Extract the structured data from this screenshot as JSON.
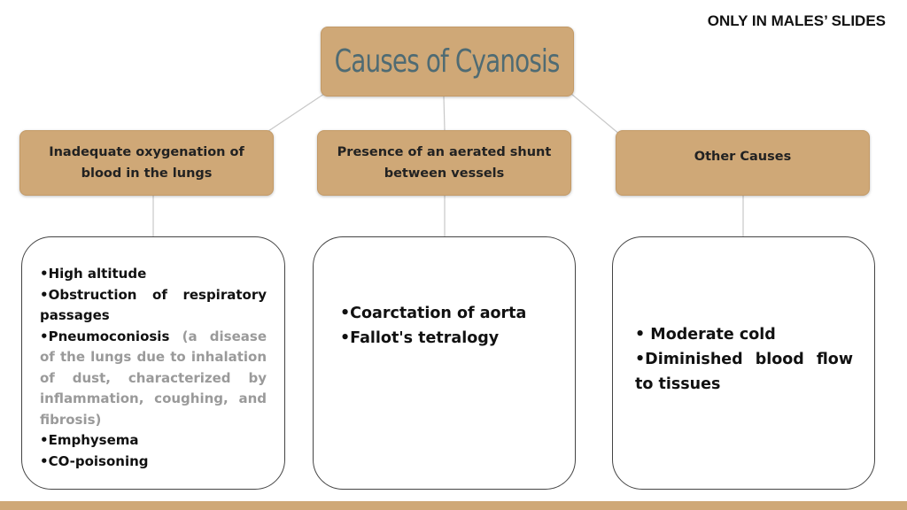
{
  "header_tag": "ONLY IN MALES’ SLIDES",
  "title": "Causes of Cyanosis",
  "categories": [
    "Inadequate oxygenation of blood in the lungs",
    "Presence of an aerated shunt between vessels",
    "Other Causes"
  ],
  "col1": {
    "item1": "•High altitude",
    "item2": "•Obstruction of respiratory passages",
    "item3": "•Pneumoconiosis",
    "item3_note": "(a disease of the lungs due to inhalation of dust, characterized by inflammation, coughing, and fibrosis)",
    "item4": "•Emphysema",
    "item5": "•CO-poisoning"
  },
  "col2": {
    "item1": "•Coarctation of aorta",
    "item2": "•Fallot's tetralogy"
  },
  "col3": {
    "item1": "•  Moderate cold",
    "item2": "•Diminished blood flow to tissues"
  },
  "colors": {
    "box_fill": "#cfa877",
    "title_text": "#4f6b73",
    "note_text": "#9a9a9a"
  }
}
